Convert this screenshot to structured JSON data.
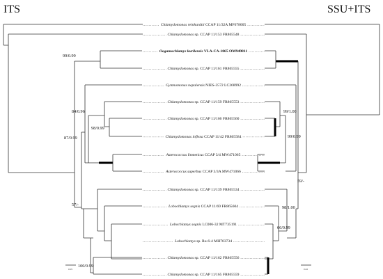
{
  "panels": {
    "left_title": "ITS",
    "right_title": "SSU+ITS"
  },
  "taxa": [
    {
      "id": "t1",
      "italic": "Chlamydomonas reinhardtii",
      "rest": " CCAP 11/32A MF678005",
      "bold": false
    },
    {
      "id": "t2",
      "italic": "Chlamydomonas",
      "rest": " sp. CCAP 11/153 FR865548",
      "bold": false
    },
    {
      "id": "t3",
      "italic": "Oogamochlamys kurilensis",
      "rest": " VLA-CA-1065 OM949811",
      "bold": true
    },
    {
      "id": "t4",
      "italic": "Chlamydomonas",
      "rest": " sp. CCAP 11/161 FR865555",
      "bold": false
    },
    {
      "id": "t5",
      "italic": "Gymnomonas nepalensis",
      "rest": " NIES-3572 LC268992",
      "bold": false
    },
    {
      "id": "t6",
      "italic": "Chlamydomonas",
      "rest": " sp. CCAP 11/159 FR865553",
      "bold": false
    },
    {
      "id": "t7",
      "italic": "Chlamydomonas",
      "rest": " sp. CCAP 11/166 FR865560",
      "bold": false
    },
    {
      "id": "t8",
      "italic": "Chlamydomonas inflexa",
      "rest": " CCAP 11/42 FR865584",
      "bold": false
    },
    {
      "id": "t9",
      "italic": "Asterococcus limneticus",
      "rest": " CCAP 3/4 MW471065",
      "bold": false
    },
    {
      "id": "t10",
      "italic": "Asterococcus superbus",
      "rest": " CCAP 3/3A MW471066",
      "bold": false
    },
    {
      "id": "t11",
      "italic": "Chlamydomonas",
      "rest": " sp. CCAP 11/139 FR865534",
      "bold": false
    },
    {
      "id": "t12",
      "italic": "Lobochlamys segnis",
      "rest": " CCAP 11/69 FR865604",
      "bold": false
    },
    {
      "id": "t13",
      "italic": "Lobochlamys segnis",
      "rest": " LC006-32 MT735191",
      "bold": false
    },
    {
      "id": "t14",
      "italic": "Lobochlamys",
      "rest": " sp. Ru-6-4 MH703734",
      "bold": false
    },
    {
      "id": "t15",
      "italic": "Chlamydomonas",
      "rest": " sp. CCAP 11/162 FR865556",
      "bold": false
    },
    {
      "id": "t16",
      "italic": "Chlamydomonas",
      "rest": " sp. CCAP 11/165 FR865559",
      "bold": false
    }
  ],
  "left_support_labels": [
    "99/0.99",
    "84/0.96",
    "98/0.99",
    "87/0.99",
    "57/-",
    "100/0.99"
  ],
  "right_support_labels": [
    "99/1.00",
    "99/0.99",
    "59/-",
    "98/1.00",
    "66/0.99"
  ],
  "scale_bars": {
    "left": "0.05",
    "right": "0.02"
  }
}
